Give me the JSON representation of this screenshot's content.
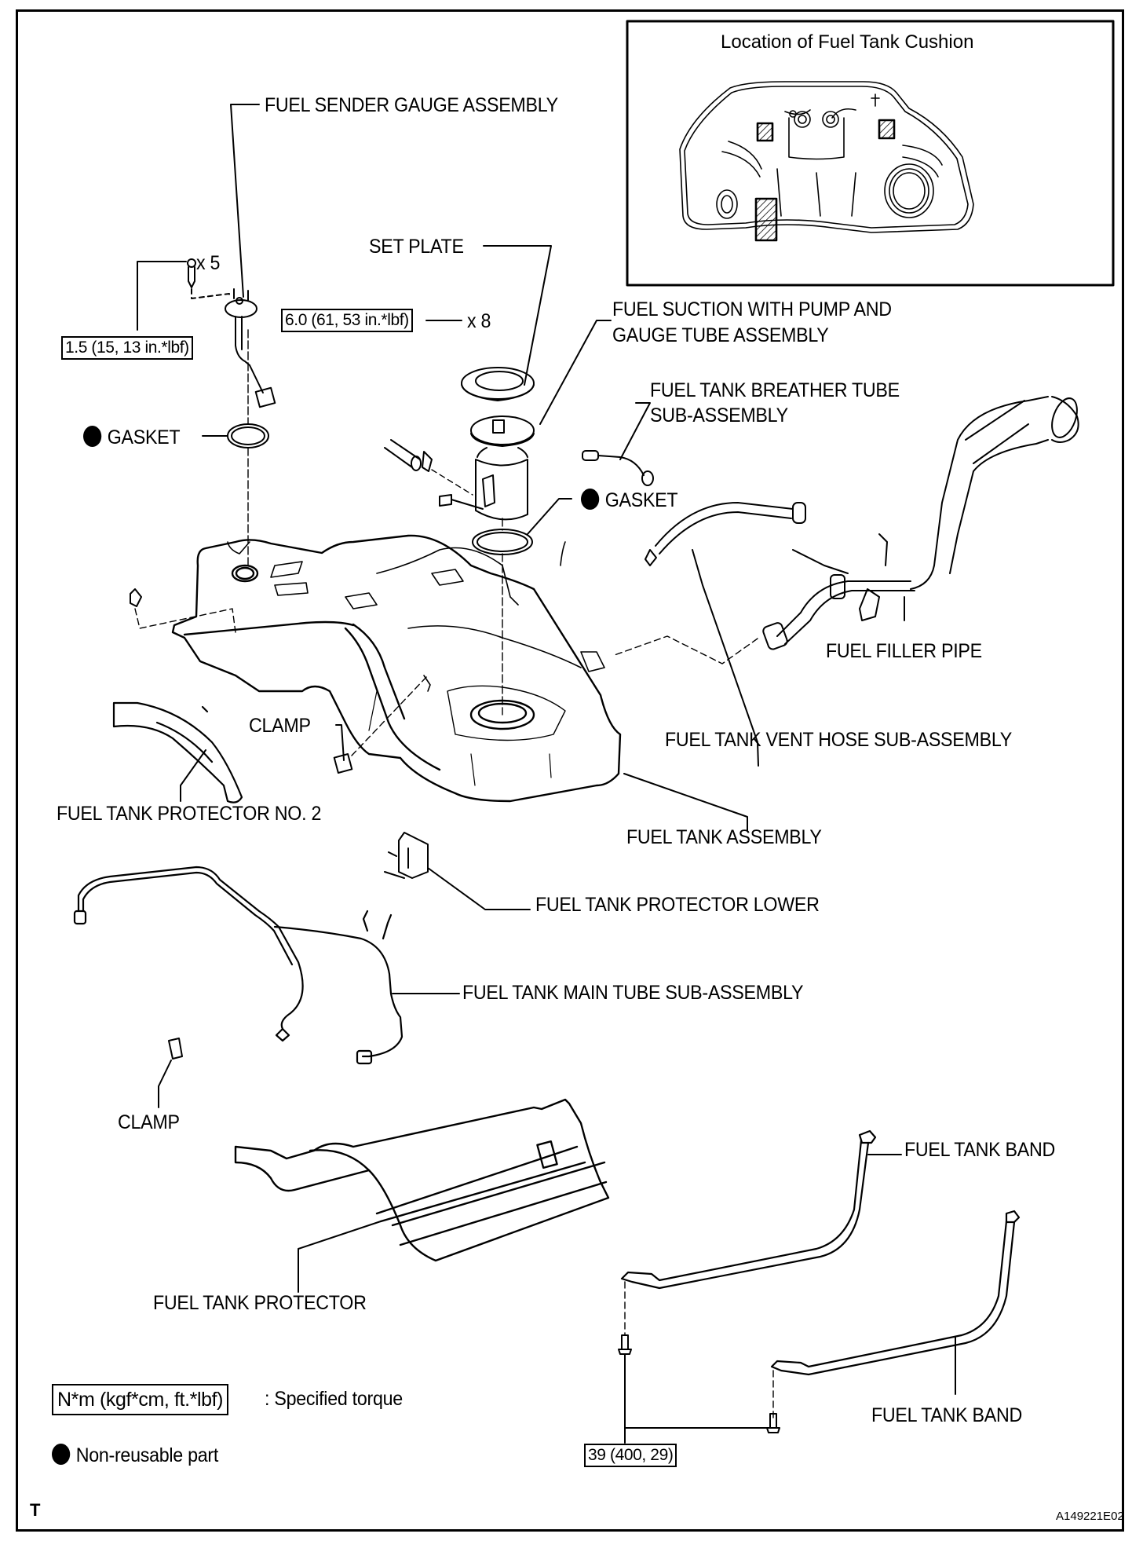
{
  "diagram": {
    "title": "Fuel tank exploded parts diagram",
    "figure_id": "A149221E02",
    "corner_mark": "T"
  },
  "inset": {
    "title": "Location of Fuel Tank Cushion",
    "cushion_count": 3
  },
  "labels": {
    "fuel_sender_gauge_assembly": "FUEL SENDER GAUGE ASSEMBLY",
    "set_plate": "SET PLATE",
    "fuel_suction_line1": "FUEL SUCTION WITH PUMP AND",
    "fuel_suction_line2": "GAUGE TUBE ASSEMBLY",
    "breather_tube_line1": "FUEL TANK BREATHER TUBE",
    "breather_tube_line2": "SUB-ASSEMBLY",
    "gasket_left": "GASKET",
    "gasket_right": "GASKET",
    "fuel_filler_pipe": "FUEL FILLER PIPE",
    "vent_hose": "FUEL TANK VENT HOSE SUB-ASSEMBLY",
    "clamp_upper": "CLAMP",
    "protector_no2": "FUEL TANK PROTECTOR NO. 2",
    "fuel_tank_assembly": "FUEL TANK ASSEMBLY",
    "protector_lower": "FUEL TANK PROTECTOR LOWER",
    "main_tube": "FUEL TANK MAIN TUBE SUB-ASSEMBLY",
    "clamp_lower": "CLAMP",
    "fuel_tank_protector": "FUEL TANK PROTECTOR",
    "fuel_tank_band_upper": "FUEL TANK BAND",
    "fuel_tank_band_lower": "FUEL TANK BAND"
  },
  "torques": {
    "sender_screws": "1.5 (15, 13 in.*lbf)",
    "sender_screw_qty": "x 5",
    "set_plate_bolts": "6.0 (61, 53 in.*lbf)",
    "set_plate_bolt_qty": "x 8",
    "band_bolts": "39 (400, 29)"
  },
  "legend": {
    "torque_unit_box": "N*m (kgf*cm, ft.*lbf)",
    "torque_desc": ": Specified torque",
    "non_reusable": "Non-reusable part"
  }
}
